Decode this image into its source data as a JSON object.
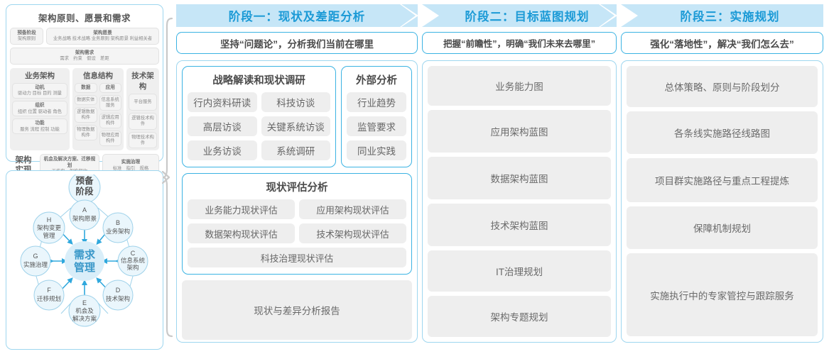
{
  "left_panel": {
    "framework_title": "架构原则、愿景和需求",
    "prep": {
      "title": "预备阶段",
      "sub": "架构原则"
    },
    "vision": {
      "title": "架构愿景",
      "sub": "业务战略 技术战略 业务原则 架构愿景 利益相关者"
    },
    "requirements": {
      "title": "架构需求",
      "sub": "需求　约束　假设　差距"
    },
    "domains": [
      {
        "title": "业务架构",
        "groups": [
          {
            "items": [
              {
                "title": "动机",
                "sub": "驱动力 目标 目的 测量"
              },
              {
                "title": "组织",
                "sub": "组织 位置 驱动者 角色"
              },
              {
                "title": "功能",
                "sub": "服务 流程 控制 功能"
              }
            ]
          }
        ]
      },
      {
        "title": "信息结构",
        "groups": [
          {
            "items": [
              {
                "title": "数据",
                "sub": ""
              },
              {
                "title": "数据实体",
                "sub": ""
              },
              {
                "title": "逻辑数据构件",
                "sub": ""
              },
              {
                "title": "物理数据构件",
                "sub": ""
              }
            ]
          },
          {
            "items": [
              {
                "title": "应用",
                "sub": ""
              },
              {
                "title": "信息系统服务",
                "sub": ""
              },
              {
                "title": "逻辑应用构件",
                "sub": ""
              },
              {
                "title": "物理应用构件",
                "sub": ""
              }
            ]
          }
        ]
      },
      {
        "title": "技术架构",
        "groups": [
          {
            "items": [
              {
                "title": "平台服务",
                "sub": ""
              },
              {
                "title": "逻辑技术构件",
                "sub": ""
              },
              {
                "title": "物理技术构件",
                "sub": ""
              }
            ]
          }
        ]
      }
    ],
    "realization": {
      "label": "架构\n实现",
      "label_line1": "架构",
      "label_line2": "实现",
      "boxes": [
        {
          "title": "机会及解决方案、迁移规划",
          "sub": "工作包　架构契约"
        },
        {
          "title": "实施治理",
          "sub": "标准　指引　规格"
        }
      ]
    }
  },
  "adm": {
    "center": {
      "line1": "需求",
      "line2": "管理"
    },
    "top": {
      "line1": "预备",
      "line2": "阶段"
    },
    "nodes": [
      {
        "key": "A",
        "line1": "架构愿景",
        "line2": ""
      },
      {
        "key": "B",
        "line1": "业务架构",
        "line2": ""
      },
      {
        "key": "C",
        "line1": "信息系统",
        "line2": "架构"
      },
      {
        "key": "D",
        "line1": "技术架构",
        "line2": ""
      },
      {
        "key": "E",
        "line1": "机会及",
        "line2": "解决方案"
      },
      {
        "key": "F",
        "line1": "迁移规划",
        "line2": ""
      },
      {
        "key": "G",
        "line1": "实施治理",
        "line2": ""
      },
      {
        "key": "H",
        "line1": "架构变更",
        "line2": "管理"
      }
    ]
  },
  "phases": [
    {
      "banner": "阶段一：现状及差距分析",
      "subtitle": "坚持“问题论”，分析我们当前在哪里",
      "sections": [
        {
          "title": "战略解读和现状调研",
          "rows": [
            [
              "行内资料研读",
              "科技访谈"
            ],
            [
              "高层访谈",
              "关键系统访谈"
            ],
            [
              "业务访谈",
              "系统调研"
            ]
          ]
        },
        {
          "title": "外部分析",
          "rows": [
            [
              "行业趋势"
            ],
            [
              "监管要求"
            ],
            [
              "同业实践"
            ]
          ]
        },
        {
          "title": "现状评估分析",
          "rows": [
            [
              "业务能力现状评估",
              "应用架构现状评估"
            ],
            [
              "数据架构现状评估",
              "技术架构现状评估"
            ],
            [
              "科技治理现状评估"
            ]
          ]
        }
      ],
      "report": "现状与差异分析报告"
    },
    {
      "banner": "阶段二：目标蓝图规划",
      "subtitle": "把握“前瞻性”，明确“我们未来去哪里”",
      "items": [
        {
          "label": "业务能力图",
          "h": 56
        },
        {
          "label": "应用架构蓝图",
          "h": 60
        },
        {
          "label": "数据架构蓝图",
          "h": 60
        },
        {
          "label": "技术架构蓝图",
          "h": 60
        },
        {
          "label": "IT治理规划",
          "h": 58
        },
        {
          "label": "架构专题规划",
          "h": 58
        }
      ]
    },
    {
      "banner": "阶段三：实施规划",
      "subtitle": "强化“落地性”，解决“我们怎么去”",
      "items": [
        {
          "label": "总体策略、原则与阶段划分",
          "h": 58
        },
        {
          "label": "各条线实施路径线路图",
          "h": 60
        },
        {
          "label": "项目群实施路径与重点工程提炼",
          "h": 62
        },
        {
          "label": "保障机制规划",
          "h": 60
        },
        {
          "label": "实施执行中的专家管控与跟踪服务",
          "h": 117
        }
      ]
    }
  ],
  "colors": {
    "accent": "#1b9ad6",
    "banner_bg": "#c6e6f7",
    "border": "#3bb3e3",
    "panel_border": "#9ed6ef",
    "chip_bg": "#eeeeee"
  }
}
